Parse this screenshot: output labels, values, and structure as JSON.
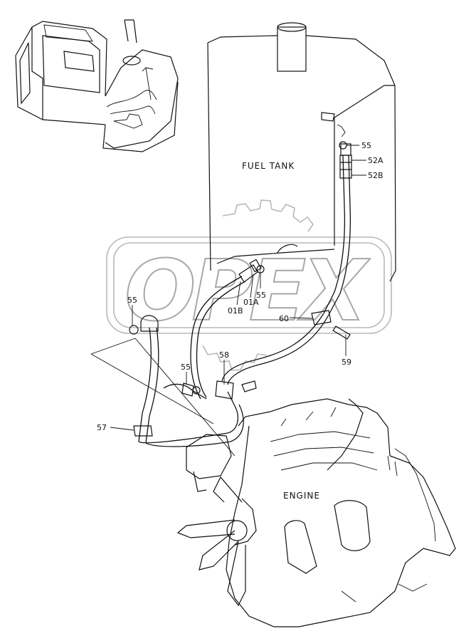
{
  "diagram": {
    "labels": {
      "fuel_tank": "FUEL TANK",
      "engine": "ENGINE"
    },
    "part_callouts": {
      "p55_top": "55",
      "p52A": "52A",
      "p52B": "52B",
      "p55_left": "55",
      "p01B": "01B",
      "p01A": "01A",
      "p55_mid": "55",
      "p60": "60",
      "p59": "59",
      "p58": "58",
      "p55_low": "55",
      "p57": "57"
    },
    "watermark": {
      "text": "OPEX"
    }
  }
}
